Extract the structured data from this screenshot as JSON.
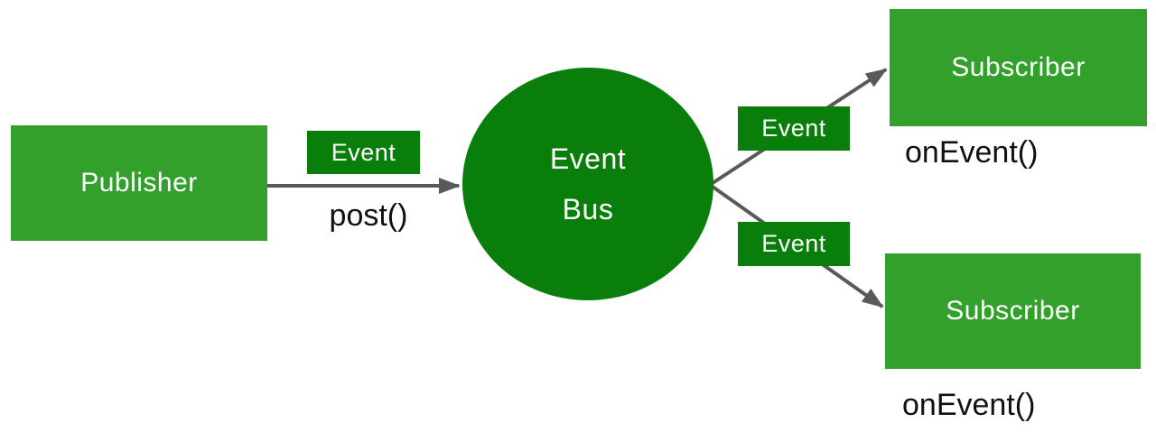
{
  "colors": {
    "node_green": "#33a02c",
    "bus_green": "#0a7e0a",
    "arrow_gray": "#595959",
    "label_black": "#111111",
    "text_white": "#ffffff",
    "background": "#ffffff"
  },
  "diagram": {
    "publisher": {
      "label": "Publisher",
      "method": "post()"
    },
    "bus": {
      "label_line1": "Event",
      "label_line2": "Bus"
    },
    "subscribers": [
      {
        "label": "Subscriber",
        "method": "onEvent()"
      },
      {
        "label": "Subscriber",
        "method": "onEvent()"
      }
    ],
    "event_labels": {
      "publish": "Event",
      "deliver_top": "Event",
      "deliver_bottom": "Event"
    }
  }
}
